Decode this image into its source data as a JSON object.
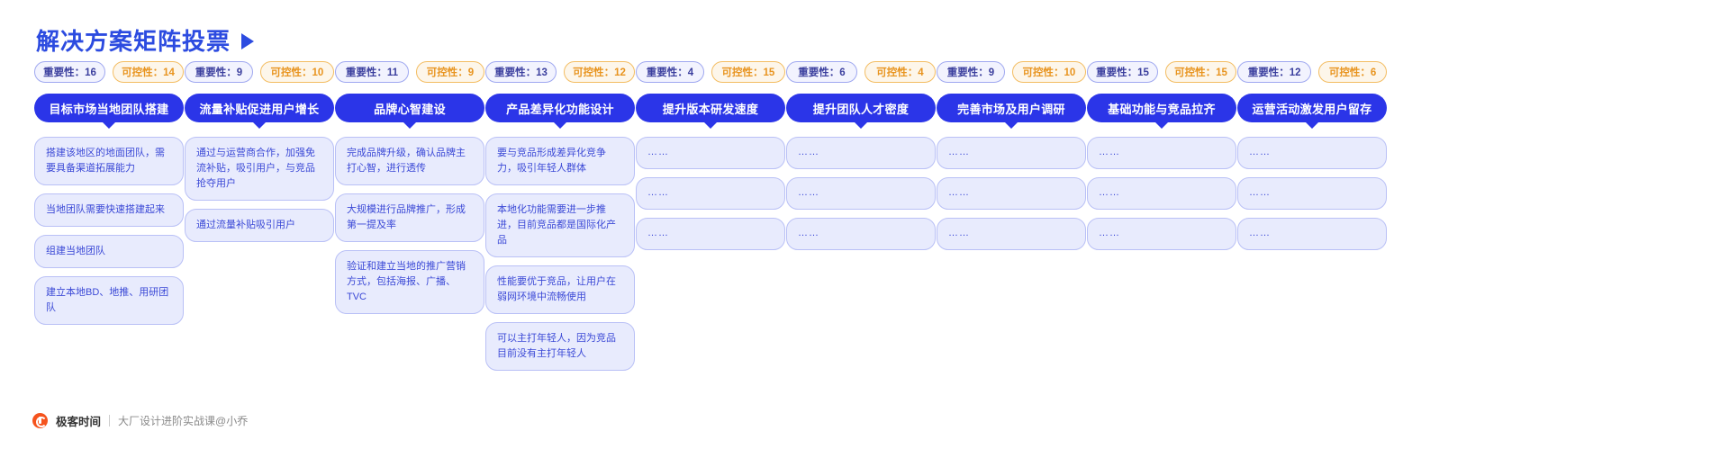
{
  "page": {
    "title": "解决方案矩阵投票",
    "title_arrow_icon": "play-triangle-icon"
  },
  "footer": {
    "logo_icon": "geekbang-logo-icon",
    "brand": "极客时间",
    "subtitle": "大厂设计进阶实战课@小乔"
  },
  "labels": {
    "importance_prefix": "重要性",
    "control_prefix": "可控性"
  },
  "colors": {
    "brand_blue": "#2b35e8",
    "title_blue": "#2c4be0",
    "card_bg": "#e8ebfd",
    "card_border": "#b9c0f6",
    "card_text": "#3b49d6",
    "importance_border": "#9fa8f0",
    "control_border": "#f3bd62",
    "control_text": "#e8941f",
    "logo_orange": "#f5531d"
  },
  "columns": [
    {
      "importance": "重要性：16",
      "control": "可控性：14",
      "header": "目标市场当地团队搭建",
      "cards": [
        "搭建该地区的地面团队，需要具备渠道拓展能力",
        "当地团队需要快速搭建起来",
        "组建当地团队",
        "建立本地BD、地推、用研团队"
      ]
    },
    {
      "importance": "重要性：9",
      "control": "可控性：10",
      "header": "流量补贴促进用户增长",
      "cards": [
        "通过与运营商合作，加强免流补贴，吸引用户，与竞品抢夺用户",
        "通过流量补贴吸引用户"
      ]
    },
    {
      "importance": "重要性：11",
      "control": "可控性：9",
      "header": "品牌心智建设",
      "cards": [
        "完成品牌升级，确认品牌主打心智，进行透传",
        "大规模进行品牌推广，形成第一提及率",
        "验证和建立当地的推广营销方式，包括海报、广播、TVC"
      ]
    },
    {
      "importance": "重要性：13",
      "control": "可控性：12",
      "header": "产品差异化功能设计",
      "cards": [
        "要与竞品形成差异化竞争力，吸引年轻人群体",
        "本地化功能需要进一步推进，目前竞品都是国际化产品",
        "性能要优于竞品，让用户在弱网环境中流畅使用",
        "可以主打年轻人，因为竞品目前没有主打年轻人"
      ]
    },
    {
      "importance": "重要性：4",
      "control": "可控性：15",
      "header": "提升版本研发速度",
      "cards": [
        "……",
        "……",
        "……"
      ]
    },
    {
      "importance": "重要性：6",
      "control": "可控性：4",
      "header": "提升团队人才密度",
      "cards": [
        "……",
        "……",
        "……"
      ]
    },
    {
      "importance": "重要性：9",
      "control": "可控性：10",
      "header": "完善市场及用户调研",
      "cards": [
        "……",
        "……",
        "……"
      ]
    },
    {
      "importance": "重要性：15",
      "control": "可控性：15",
      "header": "基础功能与竞品拉齐",
      "cards": [
        "……",
        "……",
        "……"
      ]
    },
    {
      "importance": "重要性：12",
      "control": "可控性：6",
      "header": "运营活动激发用户留存",
      "cards": [
        "……",
        "……",
        "……"
      ]
    }
  ]
}
